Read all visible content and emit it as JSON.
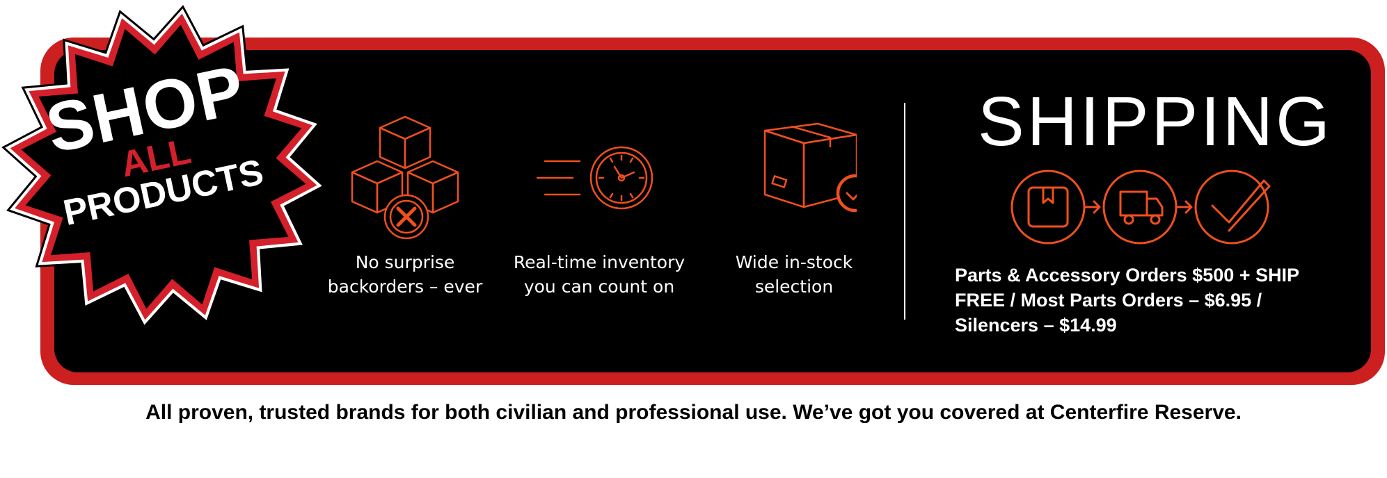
{
  "badge": {
    "line1": "SHOP",
    "line2": "ALL",
    "line3": "PRODUCTS"
  },
  "features": [
    {
      "icon": "boxes-cancel-icon",
      "line1": "No surprise",
      "line2": "backorders – ever"
    },
    {
      "icon": "fast-clock-icon",
      "line1": "Real-time inventory",
      "line2": "you can count on"
    },
    {
      "icon": "box-check-icon",
      "line1": "Wide in-stock",
      "line2": "selection"
    }
  ],
  "shipping": {
    "title": "SHIPPING",
    "icons": [
      "package-icon",
      "truck-icon",
      "checkmark-icon"
    ],
    "line1": "Parts & Accessory Orders $500 + SHIP",
    "line2": "FREE / Most Parts Orders – $6.95 /",
    "line3": "Silencers – $14.99"
  },
  "tagline": "All proven, trusted brands for both civilian and professional use. We’ve got you covered at Centerfire Reserve.",
  "colors": {
    "accent_red": "#cc1f1f",
    "icon_orange": "#f0501e",
    "background": "#000000",
    "text": "#ffffff"
  }
}
